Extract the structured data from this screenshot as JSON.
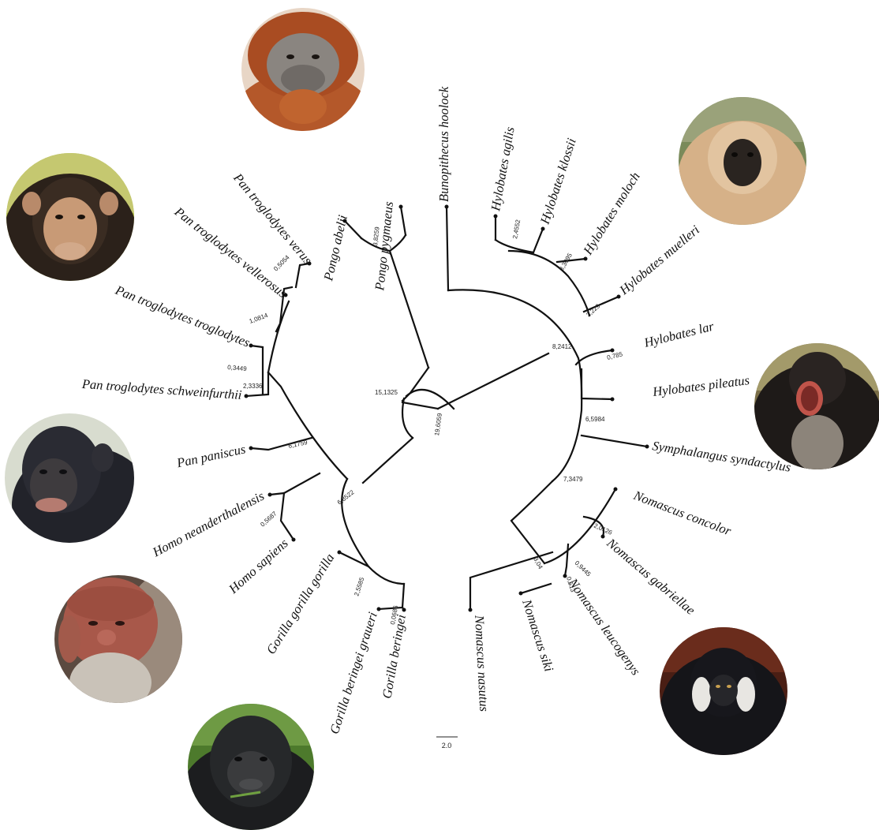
{
  "taxa": {
    "pongo_pygmaeus": "Pongo pygmaeus",
    "pongo_abelii": "Pongo abelii",
    "bunopithecus_hoolock": "Bunopithecus hoolock",
    "hylobates_agilis": "Hylobates agilis",
    "hylobates_klossii": "Hylobates klossii",
    "hylobates_moloch": "Hylobates moloch",
    "hylobates_muelleri": "Hylobates muelleri",
    "hylobates_lar": "Hylobates lar",
    "hylobates_pileatus": "Hylobates pileatus",
    "symphalangus_syndactylus": "Symphalangus syndactylus",
    "nomascus_concolor": "Nomascus concolor",
    "nomascus_gabriellae": "Nomascus gabriellae",
    "nomascus_leucogenys": "Nomascus  leucogenys",
    "nomascus_siki": "Nomascus siki",
    "nomascus_nasutus": "Nomascus  nasutus",
    "gorilla_beringei": "Gorilla beringei",
    "gorilla_beringei_graueri": "Gorilla beringei graueri",
    "gorilla_gorilla_gorilla": "Gorilla gorilla gorilla",
    "homo_sapiens": "Homo sapiens",
    "homo_neanderthalensis": "Homo neanderthalensis",
    "pan_paniscus": "Pan paniscus",
    "pan_t_schweinfurthii": "Pan troglodytes schweinfurthii",
    "pan_t_troglodytes": "Pan troglodytes troglodytes",
    "pan_t_vellerosus": "Pan troglodytes vellerosus",
    "pan_t_verus": "Pan troglodytes verus"
  },
  "node_values": {
    "root": "19,6059",
    "great_apes": "15,1325",
    "pongo": "3,8259",
    "gibbons": "8,2412",
    "hylobates_ak": "2,4552",
    "hylobates_moloch": "3,3095",
    "hylobates_muelleri": "3,229",
    "hylobates_lar": "0,785",
    "hylobates_sym": "6,5984",
    "nomascus": "7,3479",
    "nomascus_g": "2,0126",
    "nomascus_l": "0,9445",
    "nomascus_s": "0,513",
    "nomascus_root": "3,04",
    "african_apes": "6,8522",
    "homo_pan": "6,1759",
    "homo": "0,5687",
    "gorilla": "2,5585",
    "gorilla_b": "0,0686",
    "pan_t": "2,3336",
    "pan_t_trog": "0,3449",
    "pan_t_vel": "1,0814",
    "pan_t_verus": "0,5054"
  },
  "scale_bar": {
    "label": "2.0"
  },
  "photo_colors": {
    "orangutan": "#b4582a",
    "chimpanzee": "#3a2c22",
    "bonobo": "#2a2b33",
    "neanderthal": "#a8584a",
    "gorilla": "#26282a",
    "white_handed_gibbon": "#d6b188",
    "siamang": "#2a2422",
    "crested_gibbon": "#17171c"
  }
}
